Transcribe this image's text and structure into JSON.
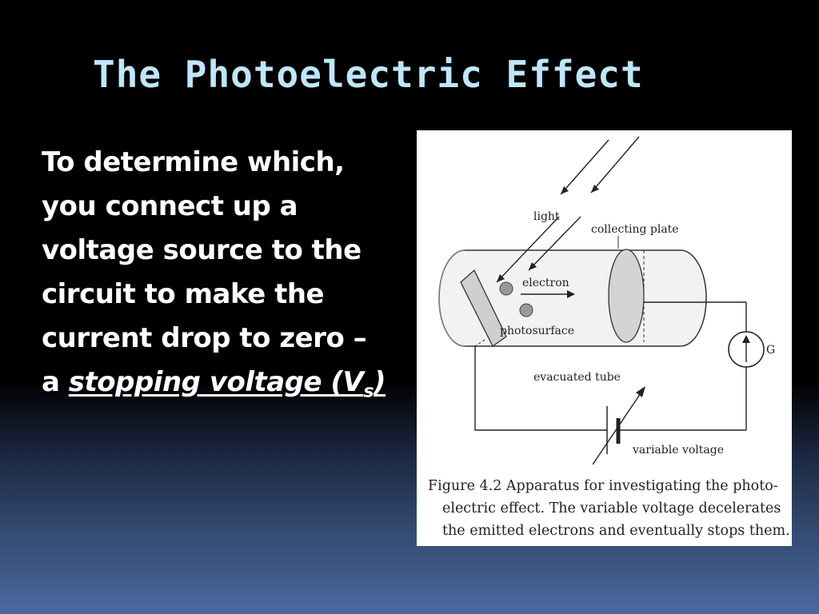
{
  "slide": {
    "title": "The Photoelectric Effect",
    "body_lines": [
      "To determine which,",
      "you connect up a",
      "voltage source to the",
      "circuit to make the",
      "current drop to zero –"
    ],
    "last_prefix": "a ",
    "emphasis_text": "stopping voltage (V",
    "emphasis_sub": "s",
    "emphasis_close": ")"
  },
  "figure": {
    "labels": {
      "light": "light",
      "collecting_plate": "collecting plate",
      "electron": "electron",
      "photosurface": "photosurface",
      "evacuated_tube": "evacuated tube",
      "galvanometer": "G",
      "variable_voltage": "variable voltage"
    },
    "caption": {
      "figure_label": "Figure 4.2",
      "line1": " Apparatus for investigating the photo-",
      "line2": "electric effect. The variable voltage decelerates",
      "line3": "the emitted electrons and eventually stops them."
    }
  }
}
